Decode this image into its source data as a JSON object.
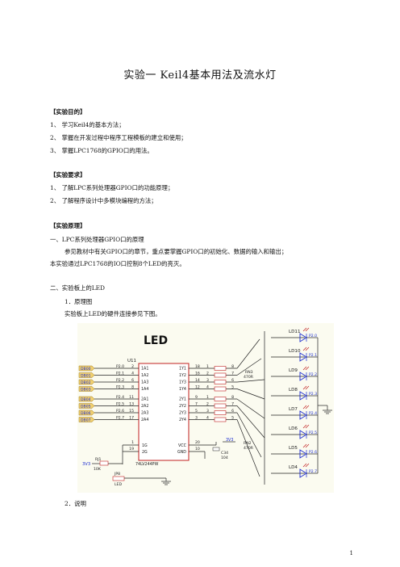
{
  "title": "实验一  Keil4基本用法及流水灯",
  "purpose": {
    "heading": "【实验目的】",
    "items": [
      "1、 学习Keil4的基本方法；",
      "2、 掌握在开发过程中程序工程模板的建立和使用；",
      "3、 掌握LPC1768的GPIO口的用法。"
    ]
  },
  "requirements": {
    "heading": "【实验要求】",
    "items": [
      "1、 了解LPC系列处理器GPIO口的功能原理；",
      "2、 了解程序设计中多模块编程的方法；"
    ]
  },
  "principle": {
    "heading": "【实验原理】",
    "section1_title": "一、LPC系列处理器GPIO口的原理",
    "section1_para1": "参见教材中有关GPIO口的章节，重点要掌握GPIO口的初始化、数据的输入和输出；",
    "section1_para2": "本实验通过LPC1768的IO口控制8个LED的亮灭。",
    "section2_title": "二、实验板上的LED",
    "sub1": "1．原理图",
    "sub1_desc": "实验板上LED的硬件连接参见下图。",
    "sub2": "2．说明"
  },
  "schematic": {
    "label": "LED",
    "chip": "U11",
    "chip_part": "74LV244PW",
    "nets_left": [
      "DB00",
      "DB01",
      "DB02",
      "DB03",
      "DB04",
      "DB05",
      "DB06",
      "DB07"
    ],
    "ports": [
      "P2.0",
      "P2.1",
      "P2.2",
      "P2.3",
      "P2.4",
      "P2.5",
      "P2.6",
      "P2.7"
    ],
    "pins_a": [
      "2",
      "4",
      "6",
      "8",
      "11",
      "13",
      "15",
      "17"
    ],
    "in_labels": [
      "1A1",
      "1A2",
      "1A3",
      "1A4",
      "2A1",
      "2A2",
      "2A3",
      "2A4"
    ],
    "out_labels": [
      "1Y1",
      "1Y2",
      "1Y3",
      "1Y4",
      "2Y1",
      "2Y2",
      "2Y3",
      "2Y4"
    ],
    "pins_y": [
      "18",
      "16",
      "14",
      "12",
      "9",
      "7",
      "5",
      "3"
    ],
    "rn_left": [
      "1",
      "2",
      "3",
      "4",
      "1",
      "2",
      "3",
      "4"
    ],
    "rn_right": [
      "8",
      "7",
      "6",
      "5",
      "8",
      "7",
      "6",
      "5"
    ],
    "rn3": "RN3",
    "rn2": "RN2",
    "rn_value": "470R",
    "oe1": "1G",
    "oe2": "2G",
    "vcc": "VCC",
    "gnd": "GND",
    "vcc_pin": "20",
    "gnd_pin": "10",
    "oe_pins": [
      "1",
      "19"
    ],
    "v33": "3V3",
    "rj": "RJ1",
    "rj_value": "10K",
    "jp": "JP8",
    "jp_label": "LED",
    "cap": "C34",
    "cap_value": "104",
    "leds": [
      "LD11",
      "LD10",
      "LD9",
      "LD8",
      "LD7",
      "LD6",
      "LD5",
      "LD4"
    ],
    "led_ports": [
      "P2.0",
      "P2.1",
      "P2.2",
      "P2.3",
      "P2.4",
      "P2.5",
      "P2.6",
      "P2.7"
    ]
  },
  "page_number": "1"
}
